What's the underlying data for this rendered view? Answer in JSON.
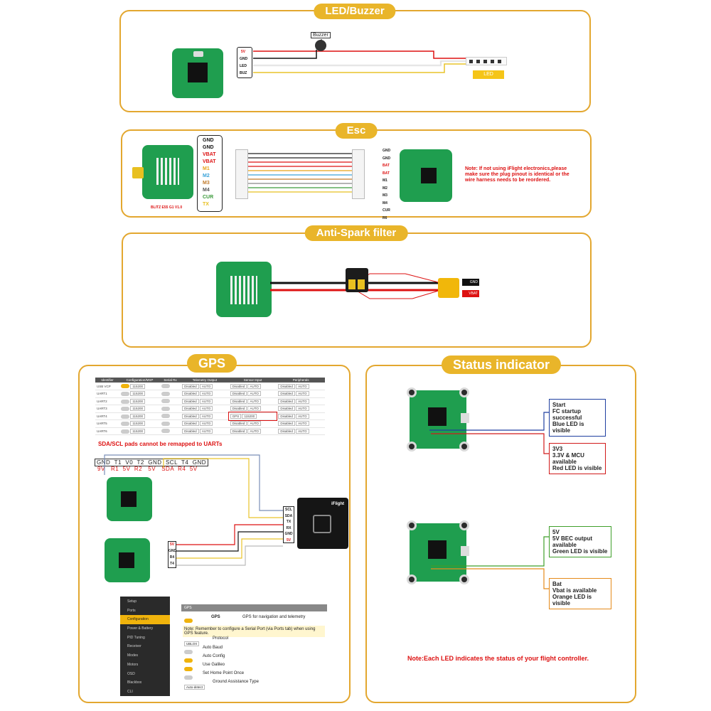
{
  "sections": {
    "led": "LED/Buzzer",
    "esc": "Esc",
    "antispark": "Anti-Spark filter",
    "gps": "GPS",
    "status": "Status indicator"
  },
  "led_buzzer": {
    "pins": [
      "5V",
      "GND",
      "LED",
      "BUZ"
    ],
    "buzzer_label": "Buzzer",
    "led_label": "LED"
  },
  "esc": {
    "pins_left": [
      "GND",
      "GND",
      "VBAT",
      "VBAT",
      "M1",
      "M2",
      "M3",
      "M4",
      "CUR",
      "TX"
    ],
    "pins_right": [
      "GND",
      "GND",
      "BAT",
      "BAT",
      "M1",
      "M2",
      "M3",
      "M4",
      "CUR",
      "R6"
    ],
    "esc_name": "BLITZ E55 G1 V1.0",
    "note": "Note: If not using iFlight electronics,please make sure the plug pinout is identical or the wire harness needs to be reordered."
  },
  "antispark": {
    "gnd": "GND",
    "vbat": "VBAT"
  },
  "gps": {
    "table_headers": [
      "Identifier",
      "Configuration/MSP",
      "Serial Rx",
      "Telemetry Output",
      "Sensor Input",
      "Peripherals"
    ],
    "rows": [
      {
        "id": "USB VCP",
        "baud": "115200",
        "tel": "Disabled",
        "tel_b": "AUTO",
        "sensor": "Disabled",
        "sensor_b": "AUTO",
        "per": "Disabled",
        "per_b": "AUTO"
      },
      {
        "id": "UART1",
        "baud": "115200",
        "tel": "Disabled",
        "tel_b": "AUTO",
        "sensor": "Disabled",
        "sensor_b": "AUTO",
        "per": "Disabled",
        "per_b": "AUTO"
      },
      {
        "id": "UART2",
        "baud": "115200",
        "tel": "Disabled",
        "tel_b": "AUTO",
        "sensor": "Disabled",
        "sensor_b": "AUTO",
        "per": "Disabled",
        "per_b": "AUTO"
      },
      {
        "id": "UART3",
        "baud": "115200",
        "tel": "Disabled",
        "tel_b": "AUTO",
        "sensor": "Disabled",
        "sensor_b": "AUTO",
        "per": "Disabled",
        "per_b": "AUTO"
      },
      {
        "id": "UART4",
        "baud": "115200",
        "tel": "Disabled",
        "tel_b": "AUTO",
        "sensor": "GPS",
        "sensor_b": "115200",
        "per": "Disabled",
        "per_b": "AUTO"
      },
      {
        "id": "UART5",
        "baud": "115200",
        "tel": "Disabled",
        "tel_b": "AUTO",
        "sensor": "Disabled",
        "sensor_b": "AUTO",
        "per": "Disabled",
        "per_b": "AUTO"
      },
      {
        "id": "UART6",
        "baud": "115200",
        "tel": "Disabled",
        "tel_b": "AUTO",
        "sensor": "Disabled",
        "sensor_b": "AUTO",
        "per": "Disabled",
        "per_b": "AUTO"
      }
    ],
    "warning": "SDA/SCL pads cannot be remapped to UARTs",
    "pin_top": "GND  T1  V0  T2  GND  SCL  T4  GND",
    "pin_bottom": "9V   R1  5V  R2   5V   SDA  R4  5V",
    "gps_module_pins": [
      "SCL",
      "SDA",
      "TX",
      "RX",
      "GND",
      "5V"
    ],
    "fc_pins": [
      "5V",
      "GND",
      "R4",
      "T4"
    ],
    "gps_module_name": "iFlight",
    "config": {
      "menu": [
        "Setup",
        "Ports",
        "Configuration",
        "Power & Battery",
        "PID Tuning",
        "Receiver",
        "Modes",
        "Motors",
        "OSD",
        "Blackbox",
        "CLI"
      ],
      "header": "GPS",
      "gps_toggle_label": "GPS",
      "gps_toggle_desc": "GPS for navigation and telemetry",
      "note": "Note: Remember to configure a Serial Port (via Ports tab) when using GPS feature.",
      "protocol_value": "UBLOX",
      "protocol_label": "Protocol",
      "auto_baud": "Auto Baud",
      "auto_config": "Auto Config",
      "use_galileo": "Use Galileo",
      "set_home": "Set Home Point Once",
      "ground_value": "Auto-detect",
      "ground_label": "Ground Assistance Type"
    }
  },
  "status": {
    "start": [
      "Start",
      "FC startup successful",
      "Blue LED is visible"
    ],
    "v33": [
      "3V3",
      "3.3V & MCU available",
      "Red LED is visible"
    ],
    "v5": [
      "5V",
      "5V BEC output available",
      "Green LED is visible"
    ],
    "bat": [
      "Bat",
      "Vbat is available",
      "Orange LED is visible"
    ],
    "note": "Note:Each LED indicates the status of your flight controller.",
    "colors": {
      "blue": "#1f3fa0",
      "red": "#d11a1a",
      "green": "#3f9f2a",
      "orange": "#e58a1a"
    }
  }
}
